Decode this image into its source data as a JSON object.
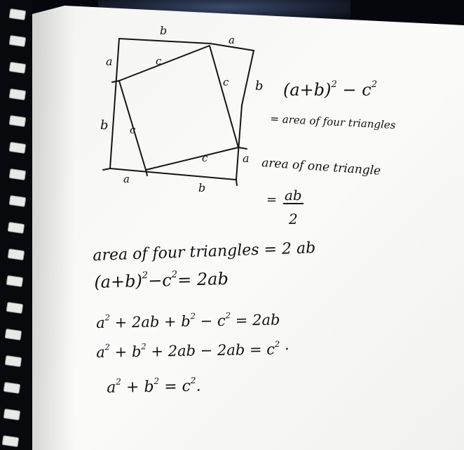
{
  "diagram": {
    "top_label_b": "b",
    "top_label_a": "a",
    "left_label_a": "a",
    "left_label_b": "b",
    "right_label_b": "b",
    "right_label_a": "a",
    "bottom_label_a": "a",
    "bottom_label_b": "b",
    "hyp_top": "c",
    "hyp_right": "c",
    "hyp_left": "c",
    "hyp_bottom": "c"
  },
  "notes": {
    "expr_base": "(a+b)",
    "expr_exp": "2",
    "expr_rest": " − c",
    "expr_rest_exp": "2",
    "area_four": "= area of four triangles",
    "area_one": "area of one triangle",
    "equals": "=",
    "frac_num": "ab",
    "frac_den": "2"
  },
  "derivation": {
    "line1": "area of four triangles = 2 ab",
    "line2_base": "(a+b)",
    "line2_exp1": "2",
    "line2_mid": "−c",
    "line2_exp2": "2",
    "line2_end": "= 2ab",
    "line3_a": "a",
    "line3_exp_a": "2",
    "line3_mid": " + 2ab + b",
    "line3_exp_b": "2",
    "line3_minus": " − c",
    "line3_exp_c": "2",
    "line3_end": " = 2ab",
    "line4_a": "a",
    "line4_exp_a": "2",
    "line4_b": " + b",
    "line4_exp_b": "2",
    "line4_mid": " + 2ab − 2ab = c",
    "line4_exp_c": "2",
    "line4_dot": " ·",
    "line5_a": "a",
    "line5_exp_a": "2",
    "line5_b": " + b",
    "line5_exp_b": "2",
    "line5_eq": " = c",
    "line5_exp_c": "2",
    "line5_dot": "."
  }
}
